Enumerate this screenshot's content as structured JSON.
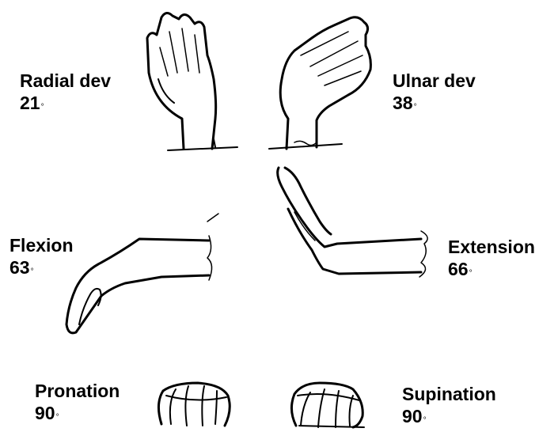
{
  "items": [
    {
      "id": "radial",
      "label": "Radial dev",
      "value": "21",
      "unit": "°"
    },
    {
      "id": "ulnar",
      "label": "Ulnar dev",
      "value": "38",
      "unit": "°"
    },
    {
      "id": "flexion",
      "label": "Flexion",
      "value": "63",
      "unit": "°"
    },
    {
      "id": "extension",
      "label": "Extension",
      "value": "66",
      "unit": "°"
    },
    {
      "id": "pronation",
      "label": "Pronation",
      "value": "90",
      "unit": "°"
    },
    {
      "id": "supination",
      "label": "Supination",
      "value": "90",
      "unit": "°"
    }
  ]
}
